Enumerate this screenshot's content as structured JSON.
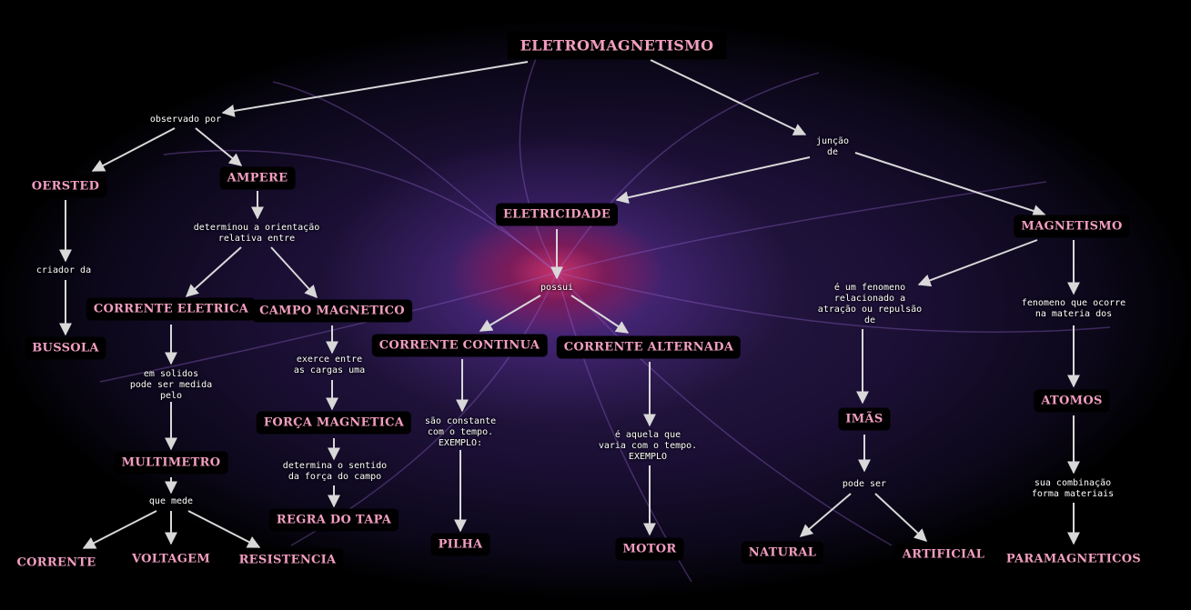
{
  "title": "ELETROMAGNETISMO",
  "nodes": {
    "oersted": "OERSTED",
    "ampere": "AMPERE",
    "bussola": "BUSSOLA",
    "corrente_eletrica": "CORRENTE ELETRICA",
    "campo_magnetico": "CAMPO MAGNETICO",
    "multimetro": "MULTIMETRO",
    "forca_magnetica": "FORÇA MAGNETICA",
    "regra_do_tapa": "REGRA DO TAPA",
    "corrente": "CORRENTE",
    "voltagem": "VOLTAGEM",
    "resistencia": "RESISTENCIA",
    "eletricidade": "ELETRICIDADE",
    "corrente_continua": "CORRENTE CONTINUA",
    "corrente_alternada": "CORRENTE ALTERNADA",
    "pilha": "PILHA",
    "motor": "MOTOR",
    "magnetismo": "MAGNETISMO",
    "imas": "IMÃS",
    "atomos": "ATOMOS",
    "natural": "NATURAL",
    "artificial": "ARTIFICIAL",
    "paramagneticos": "PARAMAGNETICOS"
  },
  "links": {
    "observado_por": "observado por",
    "criador_da": "criador da",
    "determinou": "determinou a orientação\nrelativa entre",
    "em_solidos": "em solidos\npode ser medida\npelo",
    "exerce_entre": "exerce entre\nas cargas uma",
    "determina_sentido": "determina o sentido\nda força do campo",
    "que_mede": "que mede",
    "juncao_de": "junção\nde",
    "possui": "possui",
    "sao_constante": "são constante\ncom o tempo.\nEXEMPLO:",
    "e_aquela": "é aquela que\nvaria com o tempo.\nEXEMPLO",
    "e_um_fenomeno": "é um fenomeno\nrelacionado a\natração ou repulsão\nde",
    "pode_ser": "pode ser",
    "fenomeno_que_ocorre": "fenomeno que ocorre\nna materia dos",
    "sua_combinacao": "sua combinação\nforma materiais"
  },
  "colors": {
    "node_text": "#f29ec0",
    "node_bg": "#000000",
    "link_text": "#ffffff",
    "arrow": "#d8d8d8"
  }
}
